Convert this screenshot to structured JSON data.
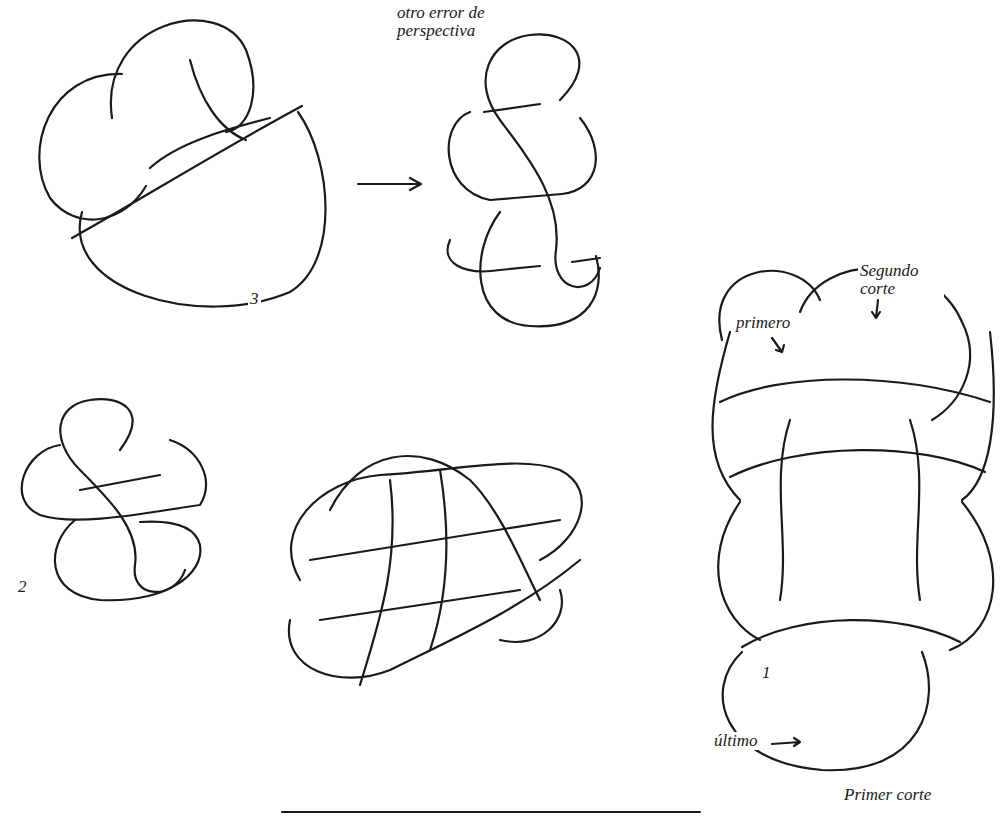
{
  "diagram": {
    "labels": [
      "otro error de perspectiva",
      "3",
      "2",
      "primero",
      "Segundo corte",
      "1",
      "último",
      "Primer corte"
    ]
  }
}
